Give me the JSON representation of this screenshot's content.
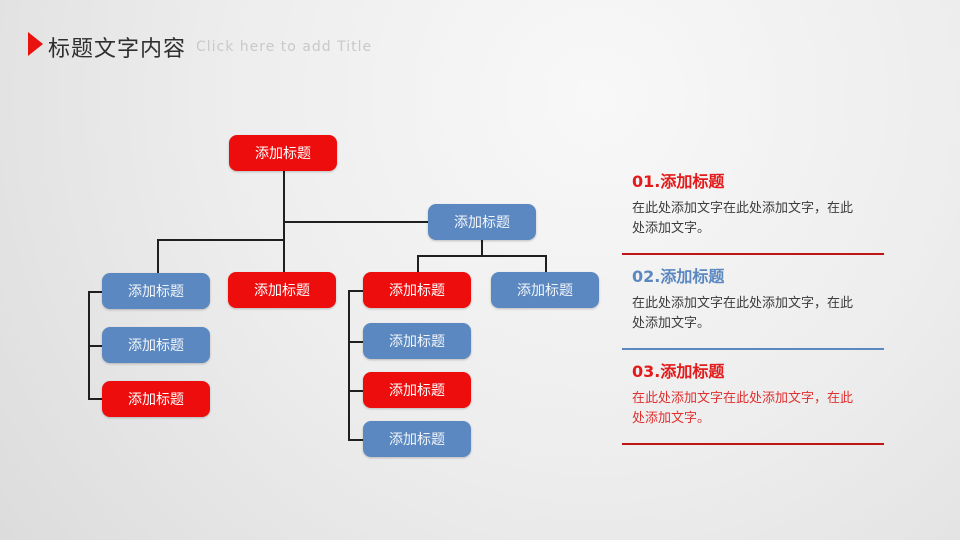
{
  "header": {
    "title": "标题文字内容",
    "subtitle": "Click here to add Title",
    "accent_icon": "red-triangle-right",
    "accent_color": "#e8120f"
  },
  "colors": {
    "box_red": "#ee0d0d",
    "box_blue": "#5b88c0",
    "connector_line": "#1f1f1f",
    "section_title_red": "#e31b1b",
    "section_title_blue": "#5b88c0",
    "section_body_dark": "#3c3c3c",
    "section_body_red": "#e03030",
    "divider_red": "#c01515",
    "divider_blue": "#5b88c0",
    "subtitle_gray": "#c9c9c9"
  },
  "org_chart": {
    "boxes": [
      {
        "id": "root",
        "color": "red",
        "label": "添加标题"
      },
      {
        "id": "left-child-1",
        "color": "blue",
        "label": "添加标题"
      },
      {
        "id": "left-child-2",
        "color": "blue",
        "label": "添加标题"
      },
      {
        "id": "left-child-3",
        "color": "red",
        "label": "添加标题"
      },
      {
        "id": "center-child",
        "color": "red",
        "label": "添加标题"
      },
      {
        "id": "right-parent",
        "color": "blue",
        "label": "添加标题"
      },
      {
        "id": "mid-child-1",
        "color": "red",
        "label": "添加标题"
      },
      {
        "id": "mid-child-2",
        "color": "blue",
        "label": "添加标题"
      },
      {
        "id": "mid-child-3",
        "color": "red",
        "label": "添加标题"
      },
      {
        "id": "mid-child-4",
        "color": "blue",
        "label": "添加标题"
      },
      {
        "id": "right-child",
        "color": "blue",
        "label": "添加标题"
      }
    ]
  },
  "sections": [
    {
      "title": "01.添加标题",
      "body": "在此处添加文字在此处添加文字，在此处添加文字。"
    },
    {
      "title": "02.添加标题",
      "body": "在此处添加文字在此处添加文字，在此处添加文字。"
    },
    {
      "title": "03.添加标题",
      "body": "在此处添加文字在此处添加文字，在此处添加文字。"
    }
  ]
}
